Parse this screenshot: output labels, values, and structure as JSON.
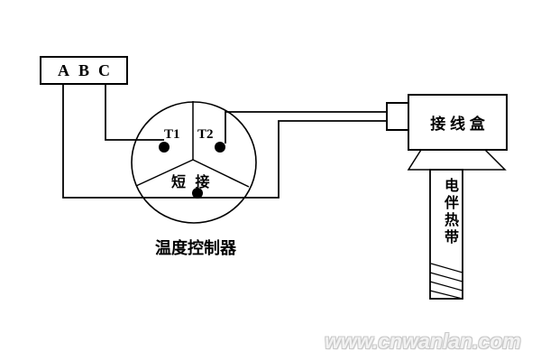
{
  "diagram": {
    "terminal_block": {
      "labels": [
        "A",
        "B",
        "C"
      ]
    },
    "controller": {
      "terminal1": "T1",
      "terminal2": "T2",
      "short_circuit_label": "短 接",
      "caption": "温度控制器"
    },
    "junction_box": {
      "label": "接 线 盒"
    },
    "heat_tape": {
      "label": "电伴热带"
    },
    "watermark": {
      "text": "www.cnwanlan.com",
      "color": "#d8d8d8"
    },
    "colors": {
      "line": "#000000",
      "dot": "#000000",
      "background": "#ffffff"
    }
  }
}
